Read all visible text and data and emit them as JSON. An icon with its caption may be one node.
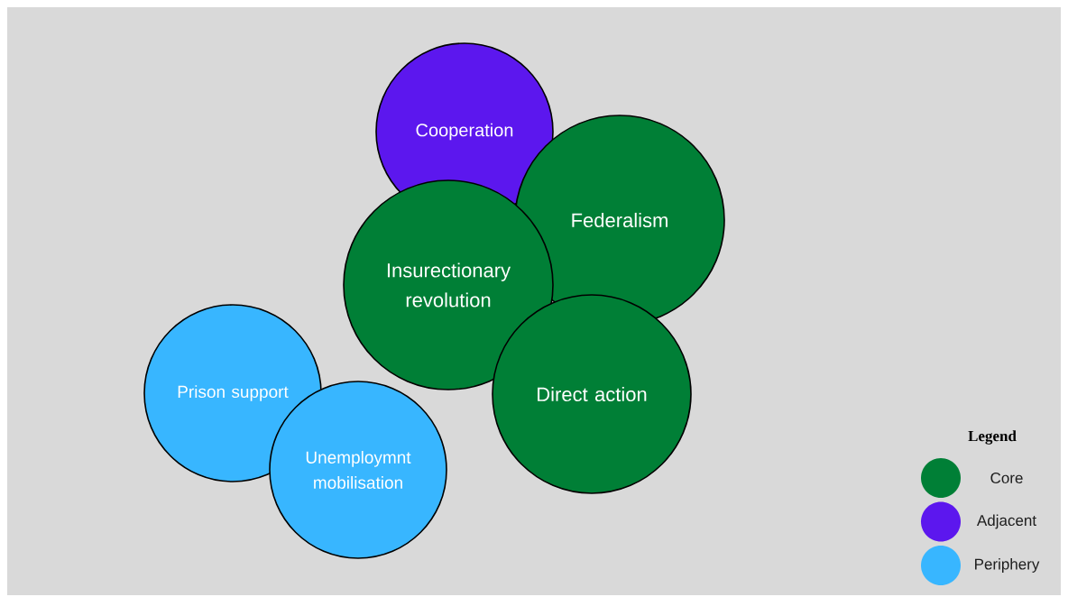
{
  "diagram": {
    "nodes": [
      {
        "text": [
          "Cooperation"
        ]
      },
      {
        "text": [
          "Federalism"
        ]
      },
      {
        "text": [
          "Insurectionary revolution"
        ]
      },
      {
        "text": [
          "Direct action"
        ]
      },
      {
        "text": [
          "Prison support"
        ]
      },
      {
        "text": [
          "Unemploymnt mobilisation"
        ]
      }
    ],
    "labels": [
      "Legend"
    ],
    "legend": [
      {
        "text": "Core",
        "color": "#007f36"
      },
      {
        "text": "Adjacent",
        "color": "#5c17ee"
      },
      {
        "text": "Periphery",
        "color": "#38b6ff"
      }
    ]
  }
}
